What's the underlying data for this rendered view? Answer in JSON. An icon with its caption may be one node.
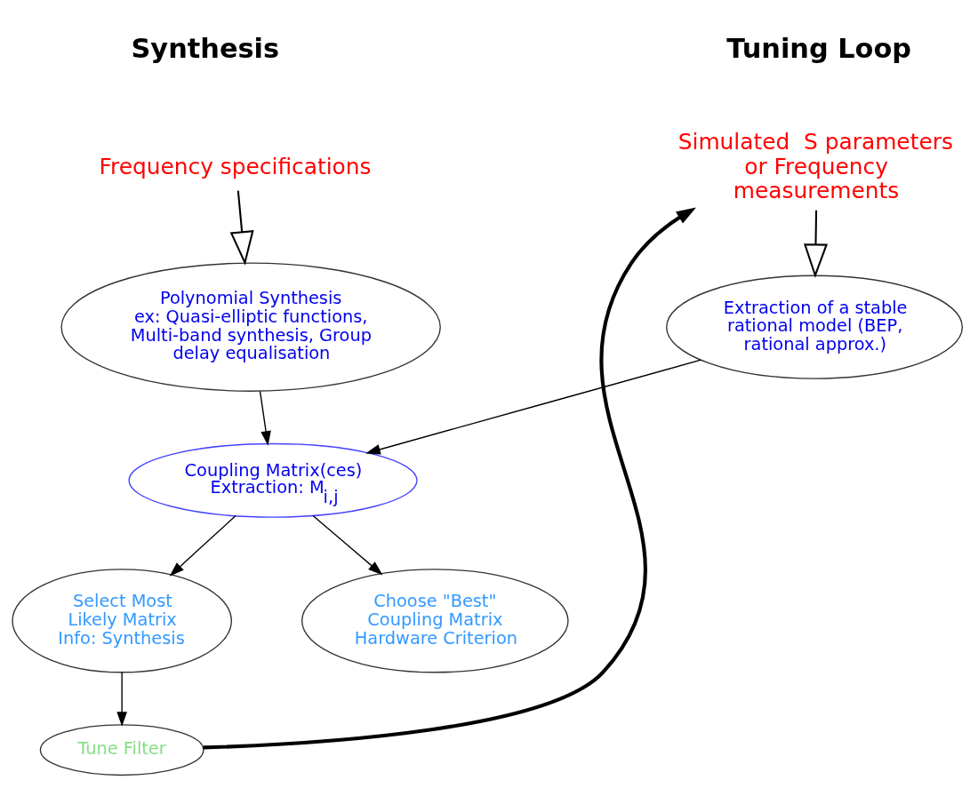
{
  "diagram": {
    "nodes": [
      {
        "text": [
          "Frequency specifications"
        ]
      },
      {
        "text": [
          "Simulated  S parameters or Frequency measurements"
        ]
      },
      {
        "text": [
          "Polynomial Synthesis",
          "ex: Quasi-elliptic functions, Multi-band synthesis, Group delay equalisation"
        ]
      },
      {
        "text": [
          "Extraction of a stable rational model (BEP, rational approx.)"
        ]
      },
      {
        "text": [
          "Coupling Matrix(ces)",
          "Extraction: M$_{i,j}$"
        ]
      },
      {
        "text": [
          "Choose \"Best\" Coupling Matrix Hardware Criterion"
        ]
      },
      {
        "text": [
          "Select Most Likely Matrix Info: Synthesis"
        ]
      },
      {
        "text": [
          "Tune Filter"
        ]
      }
    ],
    "edges": [
      {
        "from": 0,
        "to": 2,
        "arrow": "to"
      },
      {
        "from": 1,
        "to": 3,
        "arrow": "to"
      },
      {
        "from": 2,
        "to": 4,
        "arrow": "to"
      },
      {
        "from": 3,
        "to": 4,
        "arrow": "to"
      },
      {
        "from": 4,
        "to": 5,
        "arrow": "to"
      },
      {
        "from": 4,
        "to": 6,
        "arrow": "to"
      },
      {
        "from": 6,
        "to": 7,
        "arrow": "to"
      },
      {
        "from": 7,
        "to": 1,
        "arrow": "to",
        "style": "thick"
      }
    ],
    "labels": [
      "Synthesis",
      "Tuning Loop"
    ]
  }
}
